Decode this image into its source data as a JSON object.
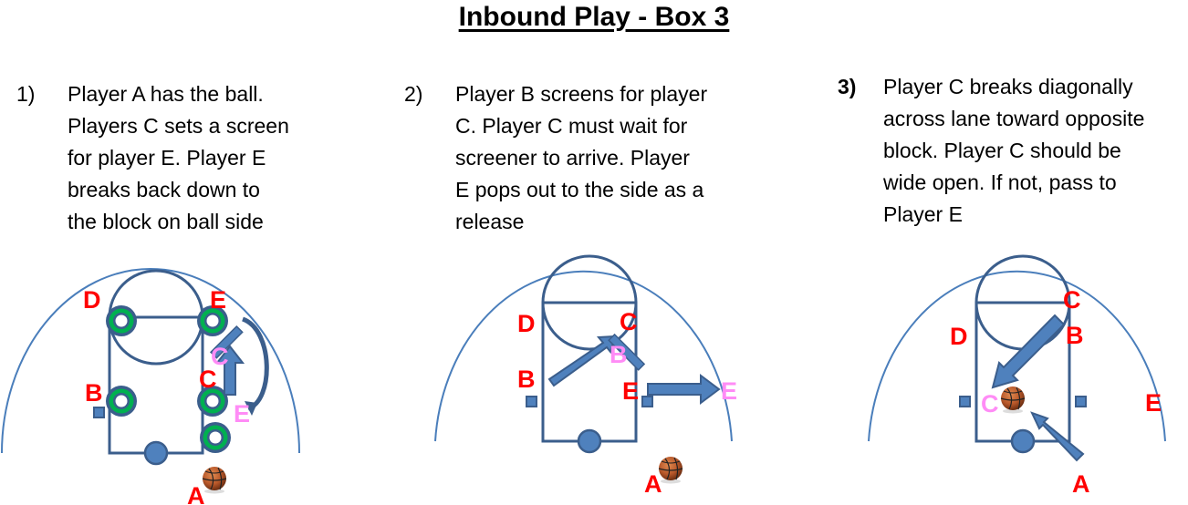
{
  "title": "Inbound Play - Box 3",
  "steps": [
    {
      "number": "1)",
      "text": "Player A has the ball.\nPlayers C sets a screen\nfor player E.  Player E\nbreaks back down to\nthe block on ball side"
    },
    {
      "number": "2)",
      "text": "Player B screens for player\nC.  Player C must wait for\nscreener to arrive. Player\nE pops out to the side as a\nrelease"
    },
    {
      "number": "3)",
      "text": " Player C breaks diagonally\nacross lane toward opposite\nblock.  Player C should be\nwide open.  If not, pass to\nPlayer E"
    }
  ],
  "diagrams": [
    {
      "labels": {
        "d": "D",
        "e_top": "E",
        "c_ghost": "C",
        "c": "C",
        "b": "B",
        "e_ghost": "E",
        "a": "A"
      }
    },
    {
      "labels": {
        "d": "D",
        "c": "C",
        "b_ghost": "B",
        "b": "B",
        "e": "E",
        "e_ghost": "E",
        "a": "A"
      }
    },
    {
      "labels": {
        "c": "C",
        "d": "D",
        "b": "B",
        "c_ghost": "C",
        "e": "E",
        "a": "A"
      }
    }
  ],
  "colors": {
    "court_line": "#3b5e8c",
    "arc_line": "#4a7ebb",
    "fill_blue": "#4f81bd",
    "player_red": "#ff0000",
    "ghost_pink": "#ff8cf6",
    "ring_green": "#00b050",
    "ball_orange": "#c0622a"
  }
}
